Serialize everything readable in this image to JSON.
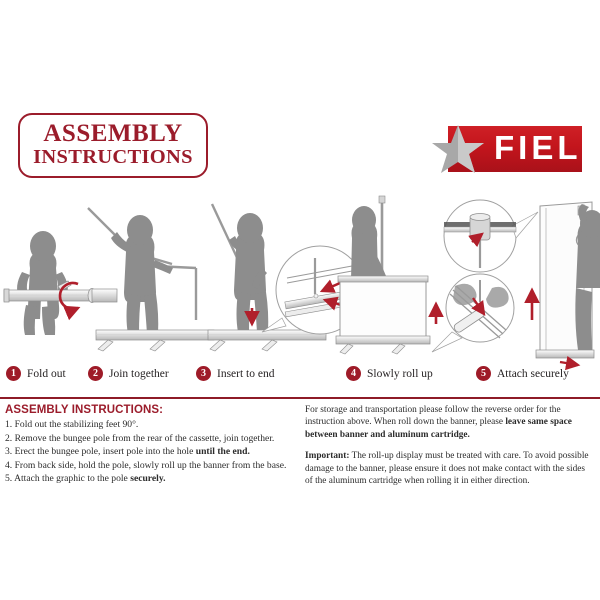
{
  "header": {
    "title_line1": "ASSEMBLY",
    "title_line2": "INSTRUCTIONS",
    "logo_text": "FIEL",
    "logo_icon": "star-icon",
    "brand_red": "#c3151c",
    "accent_red": "#9b1c2b",
    "figure_gray": "#8d8d8d",
    "arrow_red": "#b01f2b"
  },
  "steps": [
    {
      "number": "1",
      "label": "Fold out"
    },
    {
      "number": "2",
      "label": "Join together"
    },
    {
      "number": "3",
      "label": "Insert to end"
    },
    {
      "number": "4",
      "label": "Slowly roll up"
    },
    {
      "number": "5",
      "label": "Attach securely"
    }
  ],
  "instructions": {
    "heading": "ASSEMBLY INSTRUCTIONS:",
    "items": [
      "1. Fold out the stabilizing feet 90°.",
      "2. Remove the bungee pole from the rear of the cassette, join together.",
      "3. Erect the bungee pole, insert pole into the hole until the end.",
      "4. From back side, hold the pole, slowly roll up the banner from the base.",
      "5. Attach the graphic to the pole securely."
    ],
    "item3_plain": "3. Erect the bungee pole, insert pole into the hole ",
    "item3_bold": "until the end.",
    "item5_plain": "5. Attach the graphic to the pole ",
    "item5_bold": "securely."
  },
  "notes": {
    "storage_plain": "For storage and transportation please follow the reverse order for the instruction above. When roll down the banner, please ",
    "storage_bold": "leave same space between banner and aluminum cartridge.",
    "important_bold": "Important:",
    "important_plain": " The roll-up display must be treated with care. To avoid possible damage to the banner, please ensure it does not make contact with the sides of the aluminum cartridge when rolling it in either direction."
  }
}
